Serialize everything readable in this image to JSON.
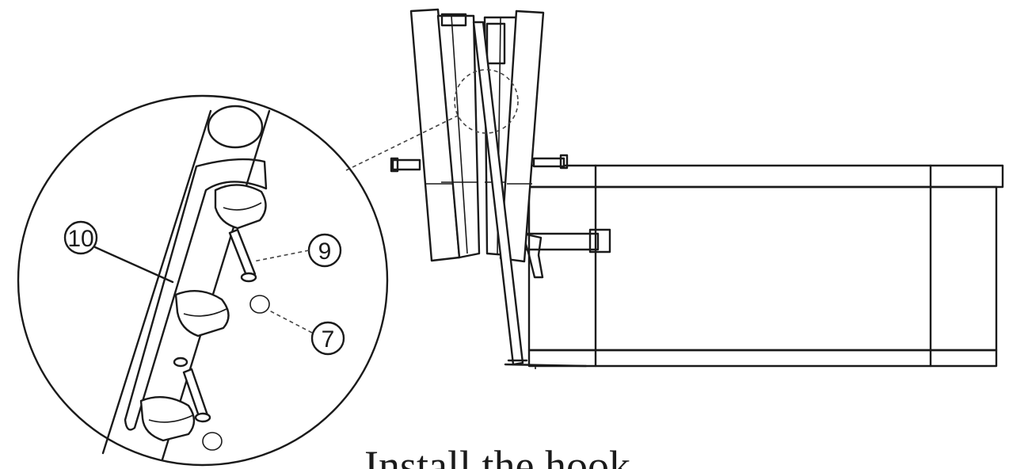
{
  "caption": "Install the hook",
  "callouts": {
    "part_10": "10",
    "part_9": "9",
    "part_7": "7"
  }
}
